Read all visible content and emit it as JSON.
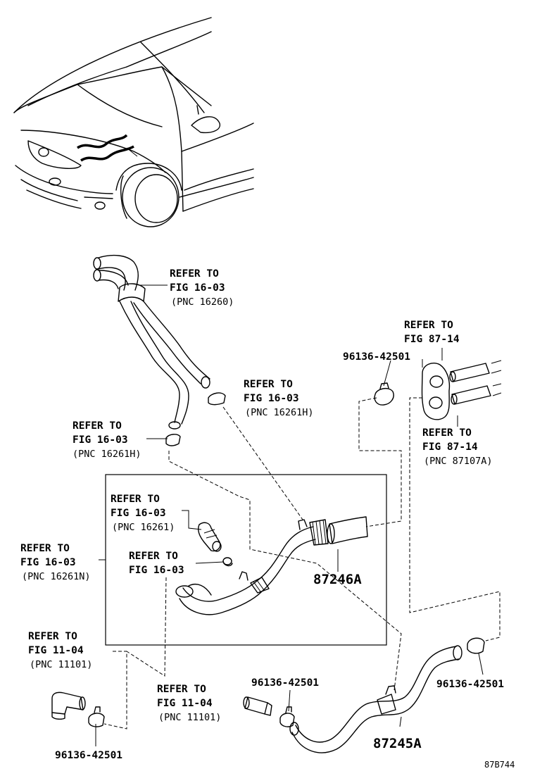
{
  "labels": {
    "refer_fig_16_03_pnc_16260": {
      "l1": "REFER TO",
      "l2": "FIG 16-03",
      "l3": "(PNC 16260)"
    },
    "refer_fig_16_03_pnc_16261h_right": {
      "l1": "REFER TO",
      "l2": "FIG 16-03",
      "l3": "(PNC 16261H)"
    },
    "refer_fig_16_03_pnc_16261h_left": {
      "l1": "REFER TO",
      "l2": "FIG 16-03",
      "l3": "(PNC 16261H)"
    },
    "refer_fig_87_14_top": {
      "l1": "REFER TO",
      "l2": "FIG 87-14"
    },
    "refer_fig_87_14_pnc_87107a": {
      "l1": "REFER TO",
      "l2": "FIG 87-14",
      "l3": "(PNC 87107A)"
    },
    "refer_fig_16_03_pnc_16261": {
      "l1": "REFER TO",
      "l2": "FIG 16-03",
      "l3": "(PNC 16261)"
    },
    "refer_fig_16_03_plain": {
      "l1": "REFER TO",
      "l2": "FIG 16-03"
    },
    "refer_fig_16_03_pnc_16261n": {
      "l1": "REFER TO",
      "l2": "FIG 16-03",
      "l3": "(PNC 16261N)"
    },
    "refer_fig_11_04_left": {
      "l1": "REFER TO",
      "l2": "FIG 11-04",
      "l3": "(PNC 11101)"
    },
    "refer_fig_11_04_center": {
      "l1": "REFER TO",
      "l2": "FIG 11-04",
      "l3": "(PNC 11101)"
    }
  },
  "part_numbers": {
    "clip_top": "96136-42501",
    "clip_right": "96136-42501",
    "clip_center": "96136-42501",
    "clip_bottom_left": "96136-42501",
    "hose_87246a": "87246A",
    "hose_87245a": "87245A"
  },
  "diagram_code": "87B744"
}
